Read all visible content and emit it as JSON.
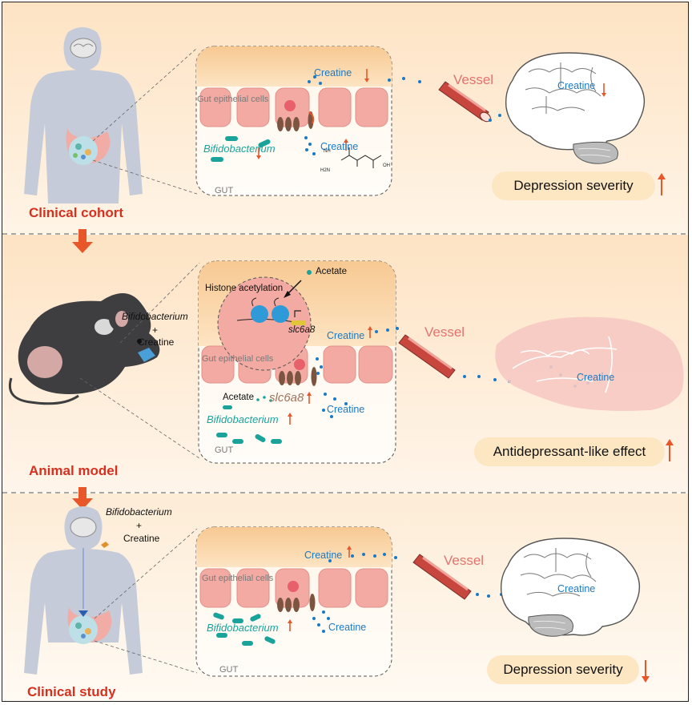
{
  "colors": {
    "bg_top": "#fde9cf",
    "bg_mid": "#fde8cc",
    "bg_bottom": "#fdf1de",
    "gut": "#f4a9a0",
    "blue_dot": "#1a7ac4",
    "arrow": "#e8572a",
    "teal": "#1aa39a"
  },
  "sections": {
    "cohort": {
      "label": "Clinical cohort",
      "outcome": "Depression severity"
    },
    "animal": {
      "label": "Animal model",
      "outcome": "Antidepressant-like effect",
      "intervention_bacterium": "Bifidobacterium",
      "intervention_plus": "+",
      "intervention_creatine": "Creatine"
    },
    "study": {
      "label": "Clinical study",
      "outcome": "Depression severity",
      "intervention_bacterium": "Bifidobacterium",
      "intervention_plus": "+",
      "intervention_creatine": "Creatine"
    }
  },
  "inset": {
    "creatine": "Creatine",
    "gut_cells": "Gut epithelial cells",
    "bifido": "Bifidobacterium",
    "gut": "GUT",
    "vessel": "Vessel",
    "acetate": "Acetate",
    "histone": "Histone acetylation",
    "gene": "slc6a8"
  },
  "molecule": {
    "nh": "NH",
    "h2n": "H2N",
    "oh": "OH"
  }
}
